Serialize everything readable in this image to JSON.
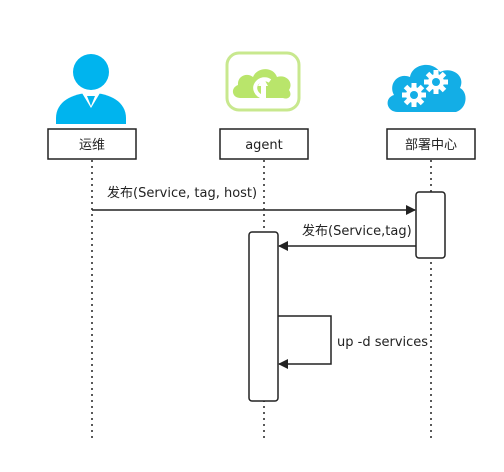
{
  "actors": [
    {
      "id": "ops",
      "label": "运维",
      "icon": "person-icon"
    },
    {
      "id": "agent",
      "label": "agent",
      "icon": "cloud-upload-icon"
    },
    {
      "id": "deploy",
      "label": "部署中心",
      "icon": "cloud-gears-icon"
    }
  ],
  "messages": [
    {
      "from": "ops",
      "to": "deploy",
      "label": "发布(Service, tag, host)"
    },
    {
      "from": "deploy",
      "to": "agent",
      "label": "发布(Service,tag)"
    },
    {
      "from": "agent",
      "to": "agent",
      "label": "up -d services"
    }
  ],
  "colors": {
    "person": "#00B4EE",
    "agent_green": "#B9E56B",
    "agent_border": "#C8E88E",
    "cloud": "#13AEE6",
    "line": "#222222"
  }
}
